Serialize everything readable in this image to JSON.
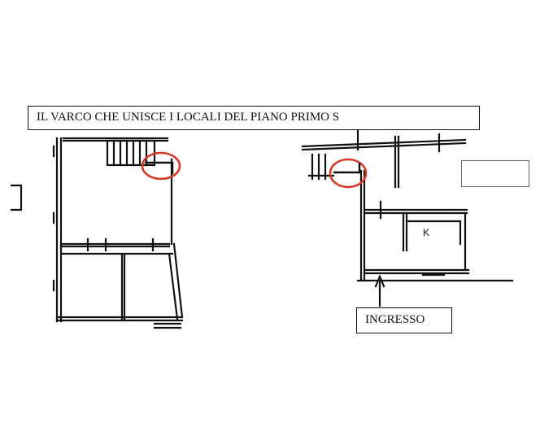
{
  "caption": {
    "text": "IL VARCO CHE UNISCE I LOCALI DEL PIANO PRIMO S"
  },
  "entrance_label": {
    "text": "INGRESSO"
  },
  "room_marker": {
    "text": "K"
  },
  "colors": {
    "highlight_circle": "#d23a2a",
    "wall": "#111111"
  }
}
